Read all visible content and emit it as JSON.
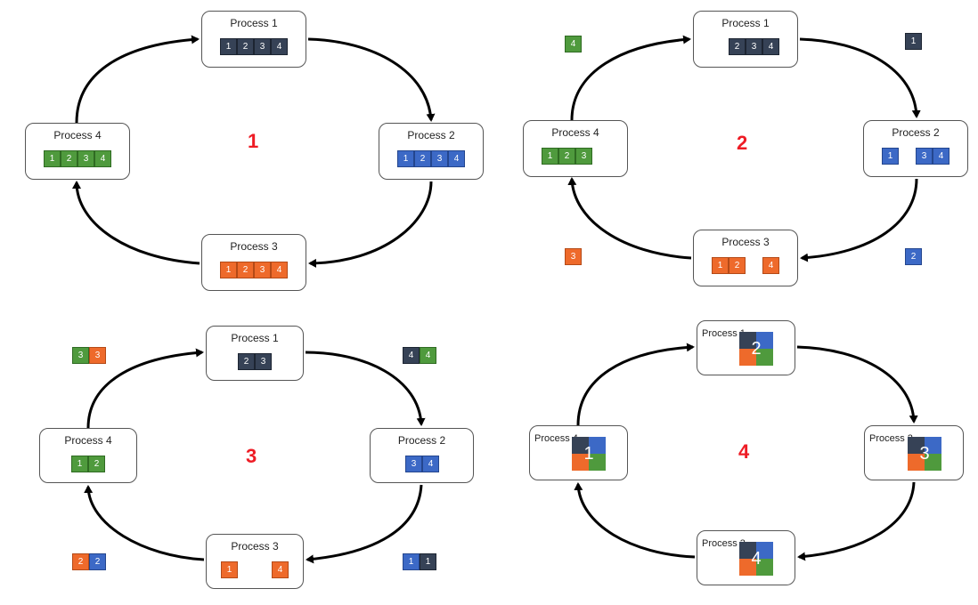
{
  "panels": [
    {
      "step": "1",
      "processes": [
        {
          "label": "Process 1",
          "chunks": [
            [
              "1",
              "dark"
            ],
            [
              "2",
              "dark"
            ],
            [
              "3",
              "dark"
            ],
            [
              "4",
              "dark"
            ]
          ]
        },
        {
          "label": "Process 2",
          "chunks": [
            [
              "1",
              "blue"
            ],
            [
              "2",
              "blue"
            ],
            [
              "3",
              "blue"
            ],
            [
              "4",
              "blue"
            ]
          ]
        },
        {
          "label": "Process 3",
          "chunks": [
            [
              "1",
              "orange"
            ],
            [
              "2",
              "orange"
            ],
            [
              "3",
              "orange"
            ],
            [
              "4",
              "orange"
            ]
          ]
        },
        {
          "label": "Process 4",
          "chunks": [
            [
              "1",
              "green"
            ],
            [
              "2",
              "green"
            ],
            [
              "3",
              "green"
            ],
            [
              "4",
              "green"
            ]
          ]
        }
      ],
      "floating": []
    },
    {
      "step": "2",
      "processes": [
        {
          "label": "Process 1",
          "chunks": [
            [
              "",
              ""
            ],
            [
              "2",
              "dark"
            ],
            [
              "3",
              "dark"
            ],
            [
              "4",
              "dark"
            ]
          ]
        },
        {
          "label": "Process 2",
          "chunks": [
            [
              "1",
              "blue"
            ],
            [
              "",
              ""
            ],
            [
              "3",
              "blue"
            ],
            [
              "4",
              "blue"
            ]
          ]
        },
        {
          "label": "Process 3",
          "chunks": [
            [
              "1",
              "orange"
            ],
            [
              "2",
              "orange"
            ],
            [
              "",
              ""
            ],
            [
              "4",
              "orange"
            ]
          ]
        },
        {
          "label": "Process 4",
          "chunks": [
            [
              "1",
              "green"
            ],
            [
              "2",
              "green"
            ],
            [
              "3",
              "green"
            ],
            [
              "",
              ""
            ]
          ]
        }
      ],
      "floating": [
        {
          "chunks": [
            [
              "4",
              "green"
            ]
          ]
        },
        {
          "chunks": [
            [
              "1",
              "dark"
            ]
          ]
        },
        {
          "chunks": [
            [
              "2",
              "blue"
            ]
          ]
        },
        {
          "chunks": [
            [
              "3",
              "orange"
            ]
          ]
        }
      ]
    },
    {
      "step": "3",
      "processes": [
        {
          "label": "Process 1",
          "chunks": [
            [
              "2",
              "dark"
            ],
            [
              "3",
              "dark"
            ]
          ]
        },
        {
          "label": "Process 2",
          "chunks": [
            [
              "3",
              "blue"
            ],
            [
              "4",
              "blue"
            ]
          ]
        },
        {
          "label": "Process 3",
          "chunks": [
            [
              "1",
              "orange"
            ],
            [
              "",
              ""
            ],
            [
              "",
              ""
            ],
            [
              "4",
              "orange"
            ]
          ]
        },
        {
          "label": "Process 4",
          "chunks": [
            [
              "1",
              "green"
            ],
            [
              "2",
              "green"
            ]
          ]
        }
      ],
      "floating": [
        {
          "chunks": [
            [
              "3",
              "green"
            ],
            [
              "3",
              "orange"
            ]
          ]
        },
        {
          "chunks": [
            [
              "4",
              "dark"
            ],
            [
              "4",
              "green"
            ]
          ]
        },
        {
          "chunks": [
            [
              "1",
              "blue"
            ],
            [
              "1",
              "dark"
            ]
          ]
        },
        {
          "chunks": [
            [
              "2",
              "orange"
            ],
            [
              "2",
              "blue"
            ]
          ]
        }
      ]
    },
    {
      "step": "4",
      "processes": [
        {
          "label": "Process 1",
          "result": "2"
        },
        {
          "label": "Process 2",
          "result": "3"
        },
        {
          "label": "Process 3",
          "result": "4"
        },
        {
          "label": "Process 4",
          "result": "1"
        }
      ],
      "floating": []
    }
  ],
  "colors": {
    "dark": "#364256",
    "blue": "#3c69c6",
    "orange": "#ee6a2b",
    "green": "#4f9a3d",
    "step": "#ee1c25"
  }
}
